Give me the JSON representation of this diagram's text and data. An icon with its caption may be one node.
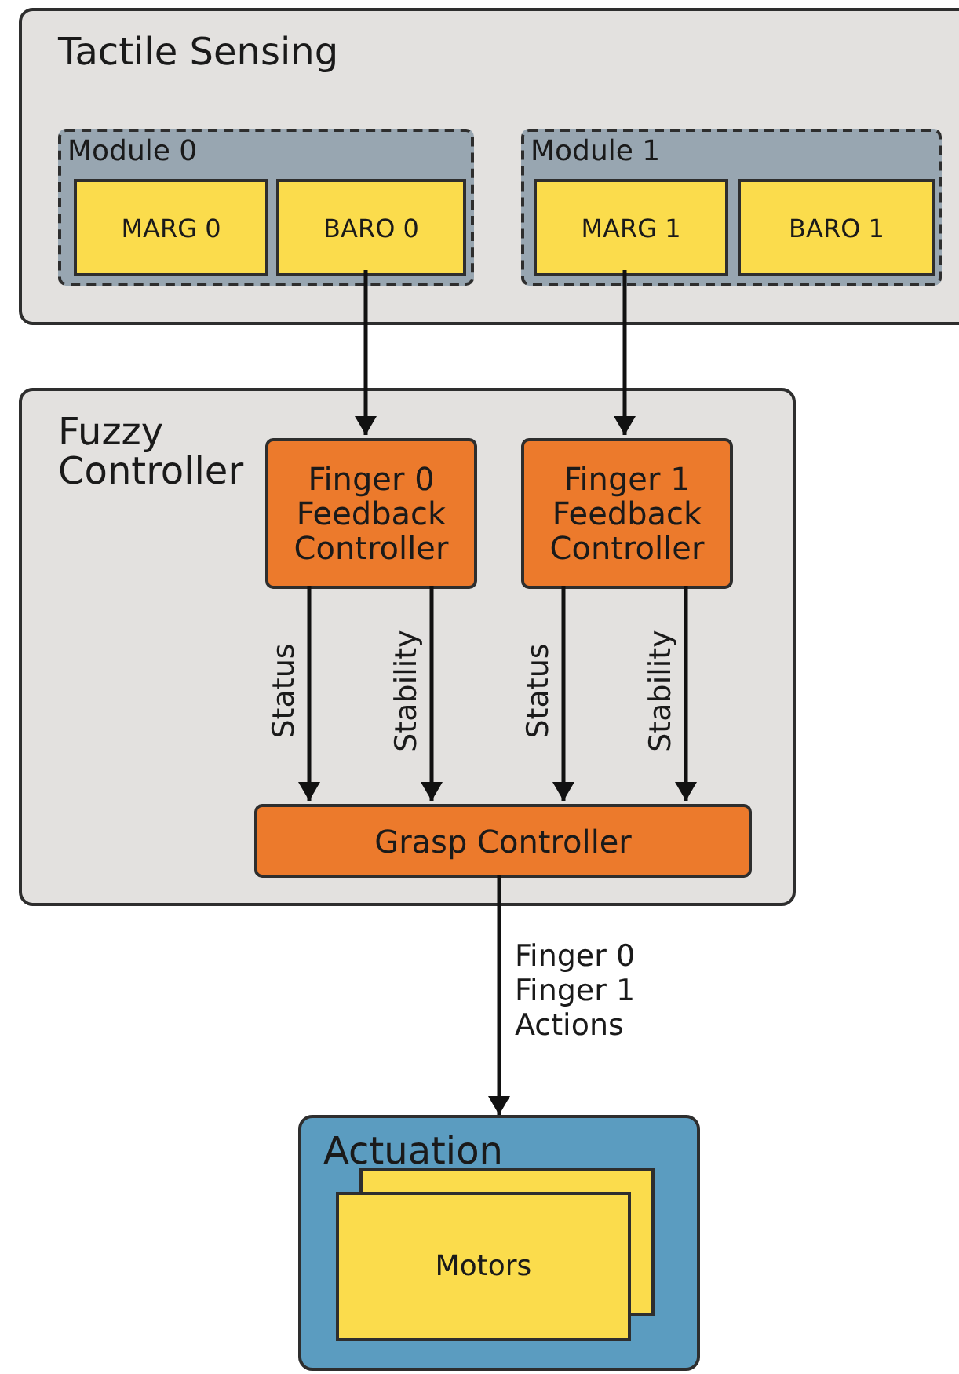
{
  "diagram": {
    "nodes": [
      {
        "text": [
          "Tactile Sensing"
        ]
      },
      {
        "text": [
          "Module 0"
        ],
        "in": 0
      },
      {
        "text": [
          "MARG 0"
        ],
        "in": 1
      },
      {
        "text": [
          "BARO 0"
        ],
        "in": 1
      },
      {
        "text": [
          "Module 1"
        ],
        "in": 0
      },
      {
        "text": [
          "MARG 1"
        ],
        "in": 4
      },
      {
        "text": [
          "BARO 1"
        ],
        "in": 4
      },
      {
        "text": [
          "Fuzzy Controller"
        ]
      },
      {
        "text": [
          "Finger 0 Feedback Controller"
        ],
        "in": 7
      },
      {
        "text": [
          "Finger 1 Feedback Controller"
        ],
        "in": 7
      },
      {
        "text": [
          "Grasp Controller"
        ],
        "in": 7
      },
      {
        "text": [
          "Actuation"
        ]
      },
      {
        "text": [
          "Motors"
        ],
        "in": 11
      }
    ],
    "edges": [
      {
        "from": 3,
        "to": 8,
        "arrow": "to"
      },
      {
        "from": 5,
        "to": 9,
        "arrow": "to"
      },
      {
        "from": 8,
        "to": 10,
        "arrow": "to",
        "label": "Status"
      },
      {
        "from": 8,
        "to": 10,
        "arrow": "to",
        "label": "Stability"
      },
      {
        "from": 9,
        "to": 10,
        "arrow": "to",
        "label": "Status"
      },
      {
        "from": 9,
        "to": 10,
        "arrow": "to",
        "label": "Stability"
      },
      {
        "from": 10,
        "to": 11,
        "arrow": "to",
        "label": "Finger 0 Finger 1 Actions"
      }
    ]
  }
}
